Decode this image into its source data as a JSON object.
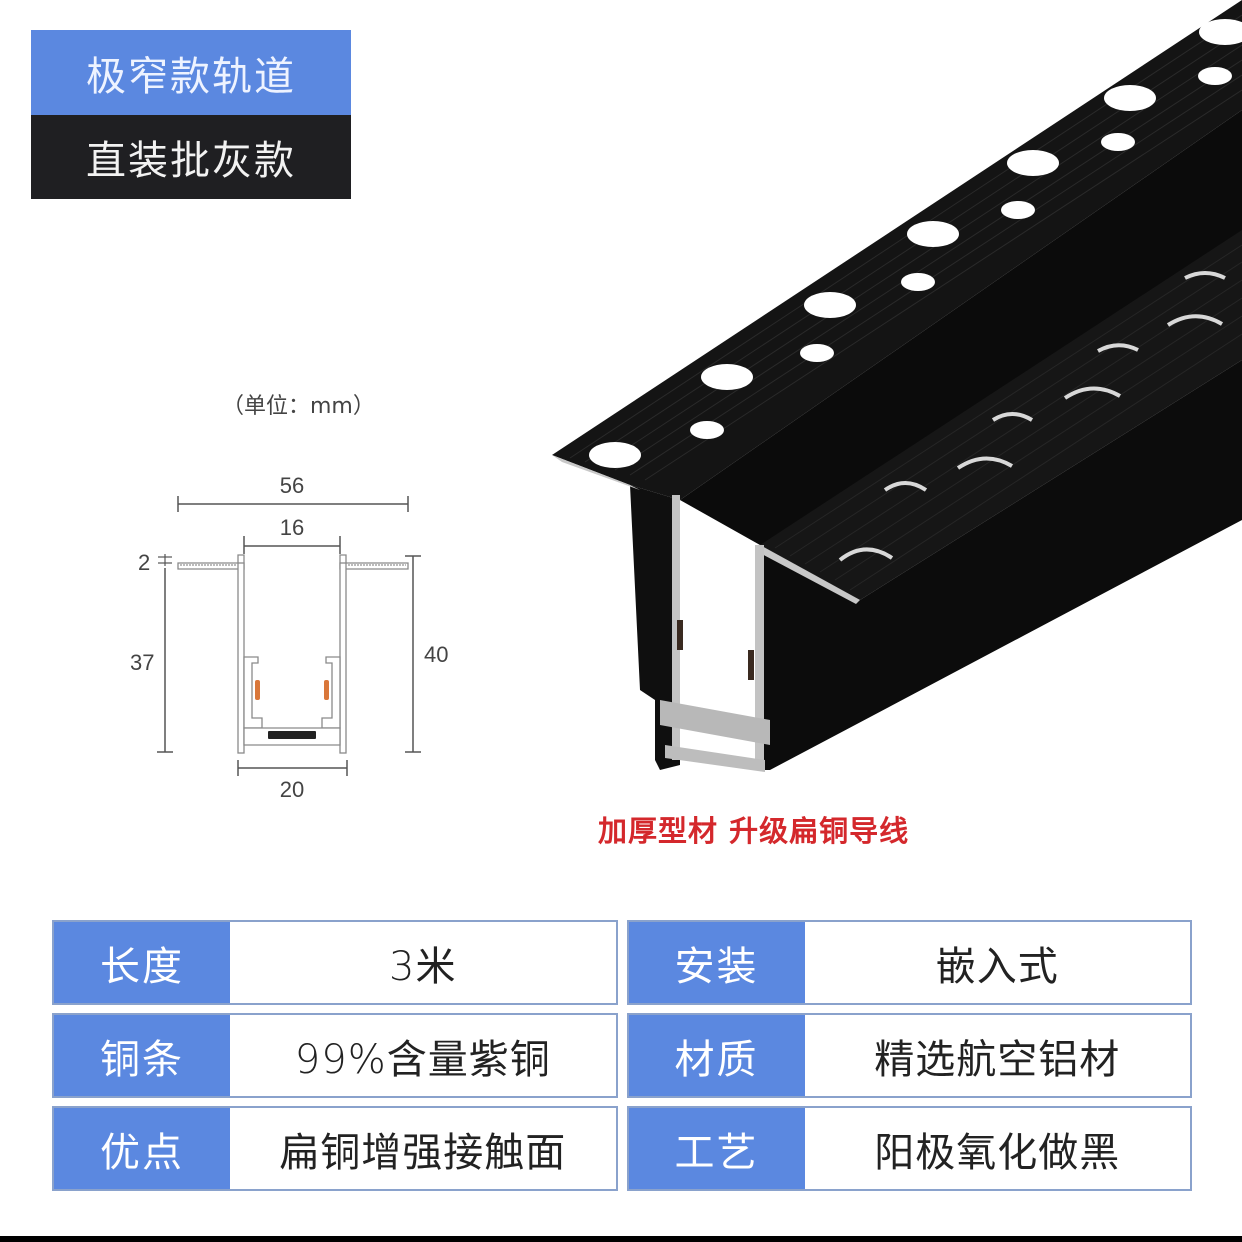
{
  "header": {
    "title_line1": "极窄款轨道",
    "title_line2": "直装批灰款",
    "colors": {
      "blue": "#5b88e0",
      "dark": "#1f1f22"
    }
  },
  "diagram": {
    "unit_label": "（单位：mm）",
    "dimensions": {
      "overall_width": "56",
      "opening_width": "16",
      "flange_thickness": "2",
      "inner_height": "37",
      "overall_height": "40",
      "base_width": "20"
    }
  },
  "product_image": {
    "icon": "black-recessed-magnetic-track-profile"
  },
  "caption": {
    "text": "加厚型材 升级扁铜导线",
    "color": "#d4282c"
  },
  "specs": {
    "rows": [
      {
        "left_key": "长度",
        "left_val": "3米",
        "right_key": "安装",
        "right_val": "嵌入式"
      },
      {
        "left_key": "铜条",
        "left_val": "99%含量紫铜",
        "right_key": "材质",
        "right_val": "精选航空铝材"
      },
      {
        "left_key": "优点",
        "left_val": "扁铜增强接触面",
        "right_key": "工艺",
        "right_val": "阳极氧化做黑"
      }
    ]
  }
}
